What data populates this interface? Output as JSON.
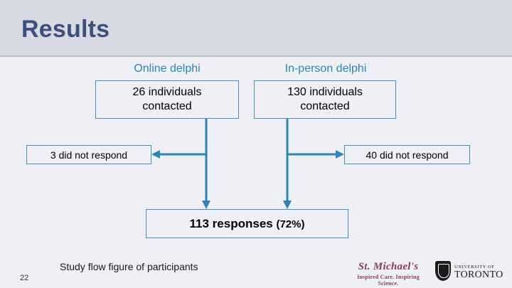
{
  "slide": {
    "title": "Results",
    "page_number": "22",
    "caption": "Study flow figure of participants"
  },
  "flow": {
    "columns": [
      {
        "heading": "Online delphi",
        "box_line1": "26 individuals",
        "box_line2": "contacted"
      },
      {
        "heading": "In-person delphi",
        "box_line1": "130 individuals",
        "box_line2": "contacted"
      }
    ],
    "non_responders": [
      {
        "label": "3 did not respond"
      },
      {
        "label": "40 did not respond"
      }
    ],
    "result": {
      "count_label": "113 responses ",
      "percent_label": "(72%)"
    }
  },
  "branding": {
    "hospital_name": "St. Michael's",
    "hospital_tagline": "Inspired Care. Inspiring Science.",
    "university_top": "UNIVERSITY OF",
    "university_main": "TORONTO"
  },
  "colors": {
    "title": "#3d4f7c",
    "heading": "#2e84b5",
    "box_border": "#3f8fc0",
    "background": "#eef0f5",
    "band": "#d7d9e3"
  }
}
